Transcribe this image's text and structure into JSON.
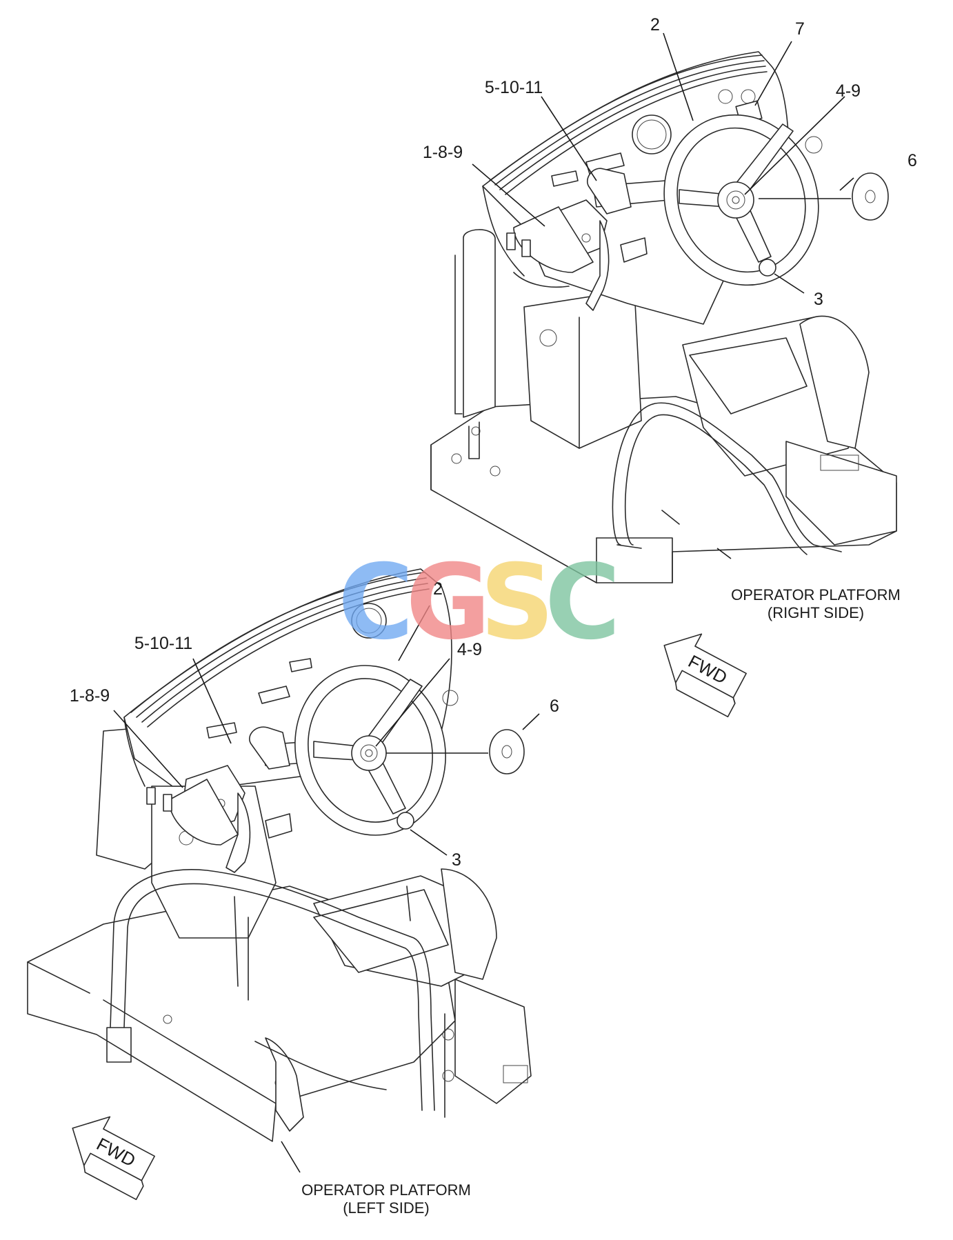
{
  "watermark": {
    "letters": [
      "C",
      "G",
      "S",
      "C"
    ],
    "colors": [
      "#6fa8f2",
      "#f08585",
      "#f5d46e",
      "#7cc49e"
    ]
  },
  "upper_view": {
    "caption_line1": "OPERATOR PLATFORM",
    "caption_line2": "(RIGHT SIDE)",
    "fwd_label": "FWD",
    "callouts": {
      "c2": "2",
      "c7": "7",
      "c5_10_11": "5-10-11",
      "c4_9": "4-9",
      "c1_8_9": "1-8-9",
      "c6": "6",
      "c3": "3"
    }
  },
  "lower_view": {
    "caption_line1": "OPERATOR PLATFORM",
    "caption_line2": "(LEFT SIDE)",
    "fwd_label": "FWD",
    "callouts": {
      "c2": "2",
      "c5_10_11": "5-10-11",
      "c4_9": "4-9",
      "c1_8_9": "1-8-9",
      "c6": "6",
      "c3": "3"
    }
  }
}
